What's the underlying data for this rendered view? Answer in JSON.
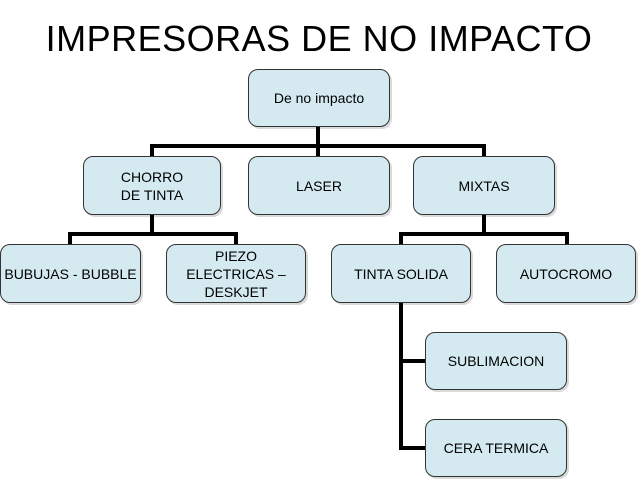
{
  "title": "IMPRESORAS DE NO IMPACTO",
  "nodes": {
    "root": "De no impacto",
    "chorro": "CHORRO\nDE TINTA",
    "laser": "LASER",
    "mixtas": "MIXTAS",
    "bubujas": "BUBUJAS - BUBBLE",
    "piezo": "PIEZO\nELECTRICAS –\nDESKJET",
    "tinta_solida": "TINTA SOLIDA",
    "autocromo": "AUTOCROMO",
    "sublimacion": "SUBLIMACION",
    "cera_termica": "CERA TERMICA"
  },
  "colors": {
    "node_fill": "#d4eaf0",
    "connector": "#000000"
  }
}
